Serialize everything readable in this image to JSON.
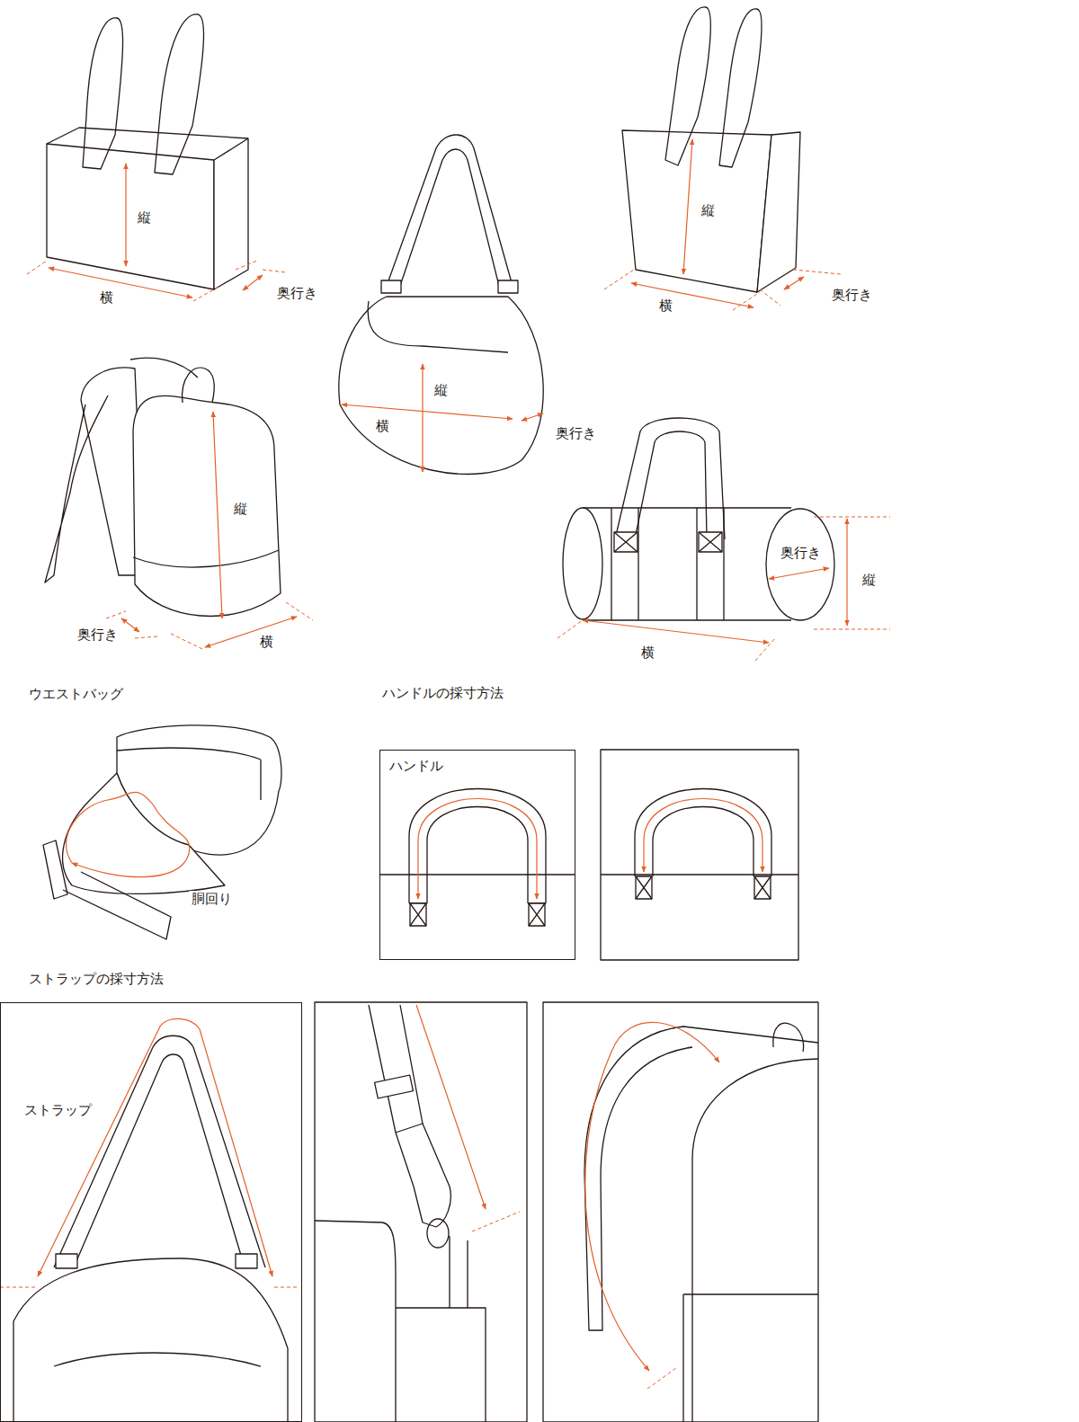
{
  "diagram": {
    "nodes": [
      {
        "text": [
          "ハンドル"
        ]
      },
      {
        "text": [
          "ストラップ"
        ]
      }
    ],
    "labels": [
      "縦",
      "横",
      "奥行き",
      "縦",
      "横",
      "奥行き",
      "縦",
      "横",
      "奥行き",
      "縦",
      "奥行き",
      "横",
      "奥行き",
      "縦",
      "横",
      "ウエストバッグ",
      "ハンドルの採寸方法",
      "胴回り",
      "ストラップの採寸方法"
    ]
  }
}
